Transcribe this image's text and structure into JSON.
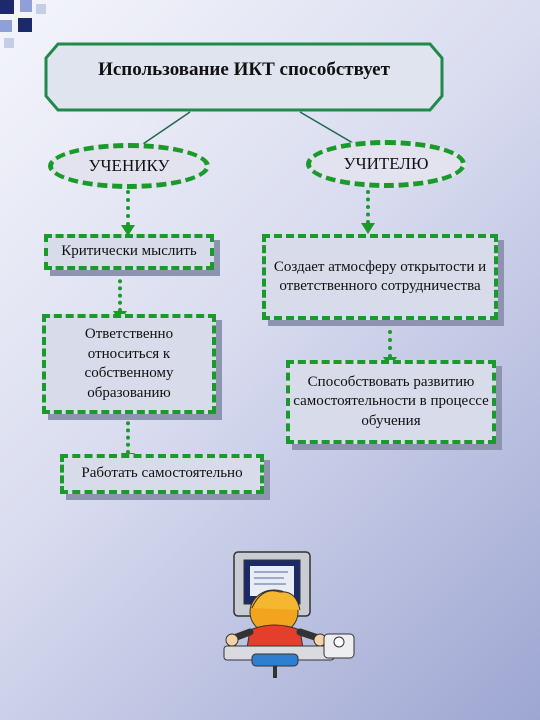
{
  "title": "Использование ИКТ способствует",
  "left_branch": {
    "label": "УЧЕНИКУ",
    "items": [
      "Критически мыслить",
      "Ответственно относиться к собственному образованию",
      "Работать самостоятельно"
    ]
  },
  "right_branch": {
    "label": "УЧИТЕЛЮ",
    "items": [
      "Создает атмосферу открытости и ответственного сотрудничества",
      "Способствовать развитию самостоятельности в процессе обучения"
    ]
  },
  "colors": {
    "accent": "#1a9a2a",
    "box_fill": "#d8dbe9",
    "title_border": "#1f8a4c"
  },
  "illustration": "student-at-computer"
}
